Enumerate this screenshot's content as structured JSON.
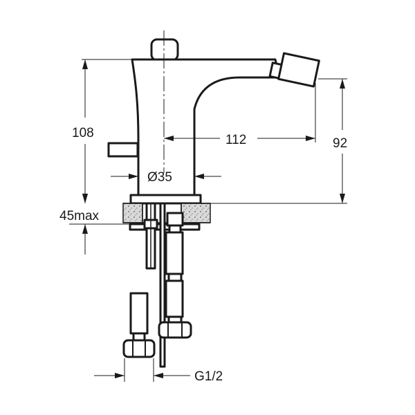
{
  "dimensions": {
    "height_total": "108",
    "spout_reach": "112",
    "spout_height": "92",
    "base_diameter": "Ø35",
    "deck_thickness": "45max",
    "connection_thread": "G1/2"
  },
  "colors": {
    "line": "#1a1a1a",
    "background": "#ffffff",
    "hatch": "#1a1a1a"
  }
}
